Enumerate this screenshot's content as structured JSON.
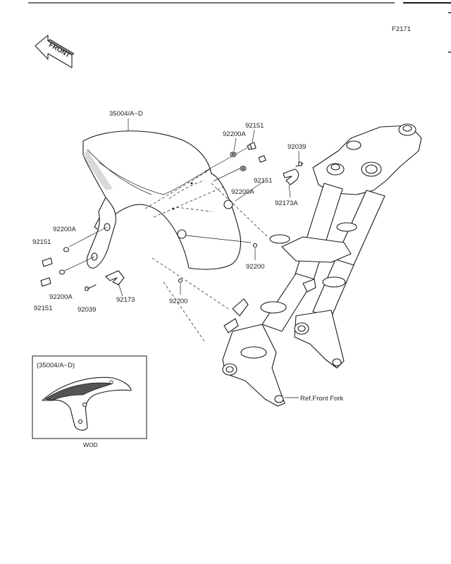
{
  "figure_code": "F2171",
  "front_badge": "FRONT",
  "labels": {
    "fender": "35004/A~D",
    "bolt_top_a": "92151",
    "washer_top_a": "92200A",
    "bolt_top_b": "92151",
    "washer_top_b": "92200A",
    "screw_right": "92039",
    "clamp_right": "92173A",
    "nut_right": "92200",
    "washer_left": "92200A",
    "bolt_left_a": "92151",
    "bolt_left_b": "92151",
    "washer_left_b": "92200A",
    "screw_left": "92039",
    "clamp_left": "92173",
    "nut_center": "92200",
    "ref_front_fork": "Ref.Front Fork"
  },
  "inset": {
    "title": "(35004/A~D)",
    "caption": "WOD"
  }
}
